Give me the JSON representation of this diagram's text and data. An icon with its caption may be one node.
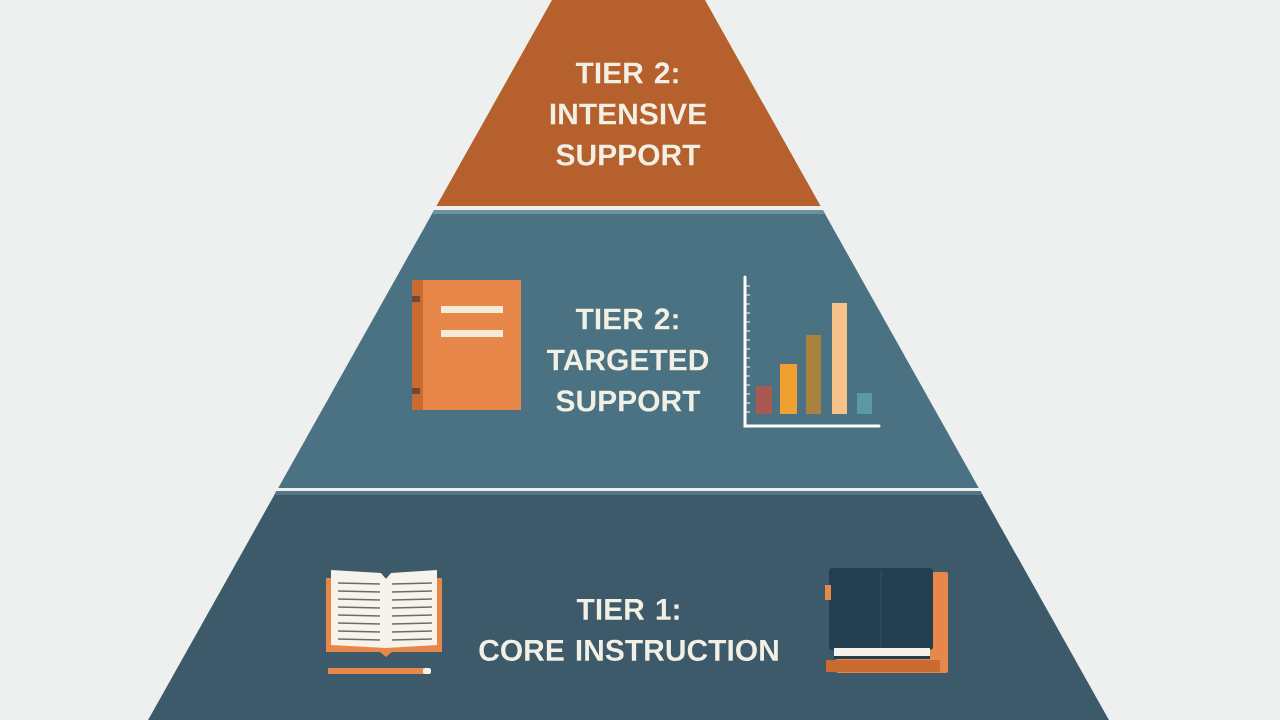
{
  "diagram": {
    "nodes": [
      {
        "text": [
          "TIER 2:",
          "INTENSIVE SUPPORT"
        ]
      },
      {
        "text": [
          "TIER 2:",
          "TARGETED SUPPORT"
        ]
      },
      {
        "text": [
          "TIER 1:",
          "CORE INSTRUCTION"
        ]
      }
    ]
  }
}
